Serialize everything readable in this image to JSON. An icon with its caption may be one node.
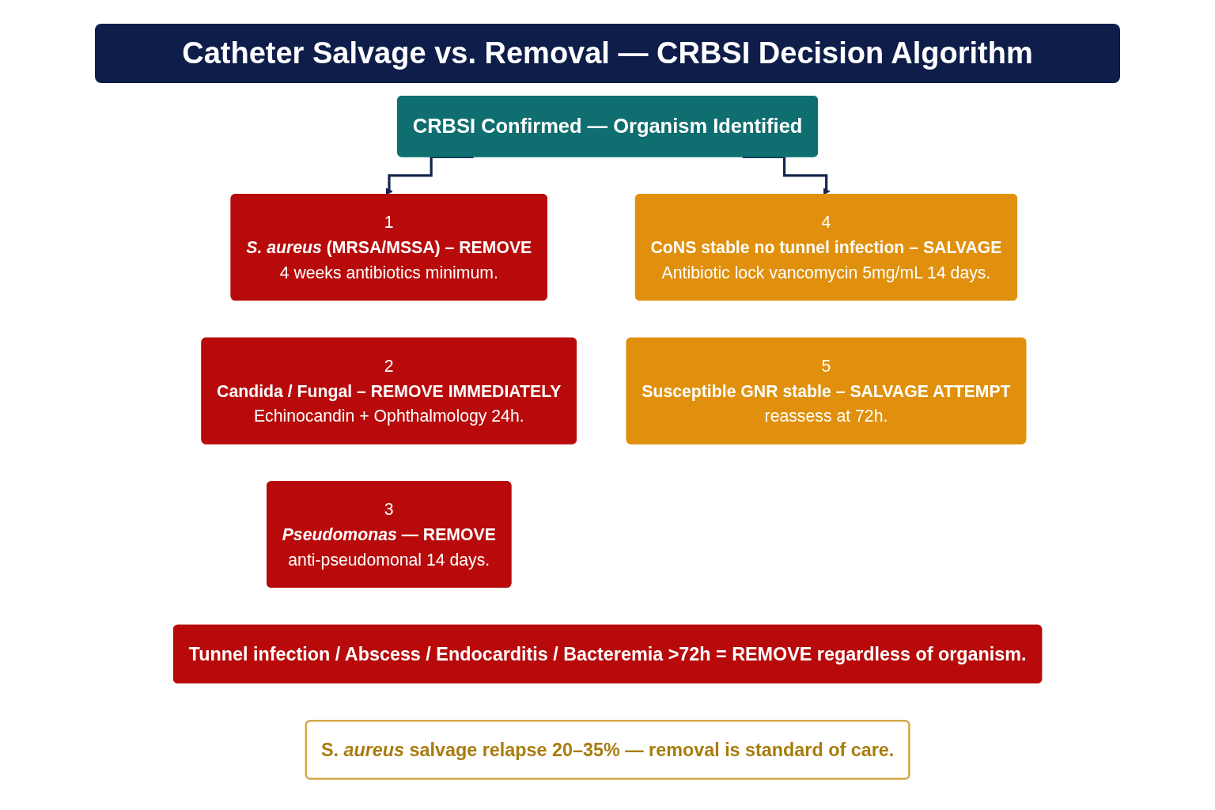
{
  "diagram": {
    "title": "Catheter Salvage vs. Removal — CRBSI Decision Algorithm",
    "nodes": [
      {
        "text": [
          "CRBSI Confirmed — Organism Identified"
        ]
      },
      {
        "text": [
          "1",
          "*S. aureus* (MRSA/MSSA) – REMOVE",
          "4 weeks antibiotics minimum."
        ]
      },
      {
        "text": [
          "2",
          "Candida / Fungal – REMOVE IMMEDIATELY",
          "Echinocandin + Ophthalmology 24h."
        ]
      },
      {
        "text": [
          "3",
          "*Pseudomonas* — REMOVE",
          "anti-pseudomonal 14 days."
        ]
      },
      {
        "text": [
          "4",
          "CoNS stable no tunnel infection – SALVAGE",
          "Antibiotic lock vancomycin 5mg/mL 14 days."
        ]
      },
      {
        "text": [
          "5",
          "Susceptible GNR stable – SALVAGE ATTEMPT",
          "reassess at 72h."
        ]
      },
      {
        "text": [
          "Tunnel infection / Abscess / Endocarditis / Bacteremia >72h = REMOVE regardless of organism."
        ]
      },
      {
        "text": [
          "S. *aureus* salvage relapse 20–35% — removal is standard of care."
        ]
      }
    ],
    "edges": [
      {
        "from": 0,
        "to": 1,
        "arrow": "to"
      },
      {
        "from": 0,
        "to": 4,
        "arrow": "to"
      }
    ]
  }
}
